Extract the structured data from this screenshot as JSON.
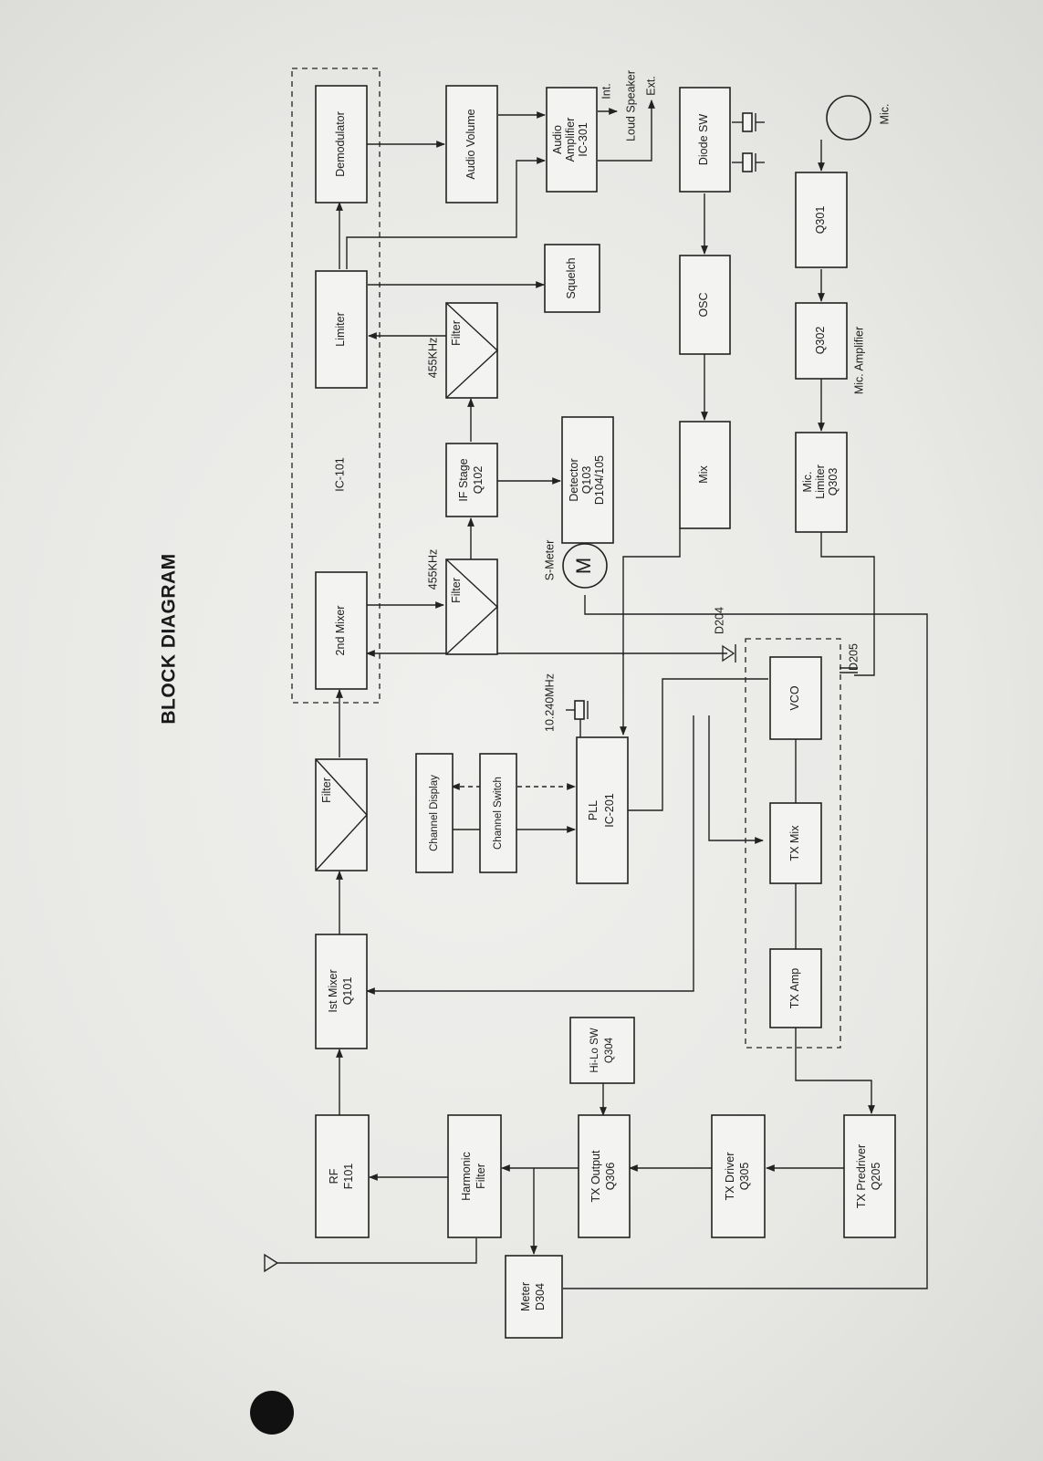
{
  "title": "BLOCK DIAGRAM",
  "groups": {
    "ic101": "IC-101"
  },
  "blocks": {
    "demodulator": [
      "Demodulator"
    ],
    "audio_volume": [
      "Audio Volume"
    ],
    "audio_amp": [
      "Audio",
      "Amplifier",
      "IC-301"
    ],
    "diode_sw": [
      "Diode SW"
    ],
    "limiter": [
      "Limiter"
    ],
    "squelch": [
      "Squelch"
    ],
    "osc": [
      "OSC"
    ],
    "q301": [
      "Q301"
    ],
    "filter_455_a": [
      "Filter"
    ],
    "if_stage": [
      "IF Stage",
      "Q102"
    ],
    "detector": [
      "Detector",
      "Q103",
      "D104/105"
    ],
    "mix": [
      "Mix"
    ],
    "q302": [
      "Q302"
    ],
    "mic_limiter": [
      "Mic.",
      "Limiter",
      "Q303"
    ],
    "filter_455_b": [
      "Filter"
    ],
    "second_mixer": [
      "2nd  Mixer"
    ],
    "vco": [
      "VCO"
    ],
    "filter_main": [
      "Filter"
    ],
    "channel_display": [
      "Channel Display"
    ],
    "channel_switch": [
      "Channel Switch"
    ],
    "pll": [
      "PLL",
      "IC-201"
    ],
    "tx_mix": [
      "TX Mix"
    ],
    "first_mixer": [
      "Ist  Mixer",
      "Q101"
    ],
    "tx_amp": [
      "TX Amp"
    ],
    "hilo_sw": [
      "Hi-Lo SW",
      "Q304"
    ],
    "rf": [
      "RF",
      "F101"
    ],
    "harmonic_filter": [
      "Harmonic",
      "Filter"
    ],
    "tx_output": [
      "TX Output",
      "Q306"
    ],
    "tx_driver": [
      "TX  Driver",
      "Q305"
    ],
    "tx_predriver": [
      "TX Predriver",
      "Q205"
    ],
    "meter": [
      "Meter",
      "D304"
    ]
  },
  "labels": {
    "int": "Int.",
    "loud_speaker": "Loud Speaker",
    "ext": "Ext.",
    "mic": "Mic.",
    "mic_amplifier": "Mic.  Amplifier",
    "khz_top": "455KHz",
    "khz_bottom": "455KHz",
    "s_meter": "S-Meter",
    "meter_symbol": "M",
    "crystal_freq": "10.240MHz",
    "d204": "D204",
    "d205": "D205"
  }
}
